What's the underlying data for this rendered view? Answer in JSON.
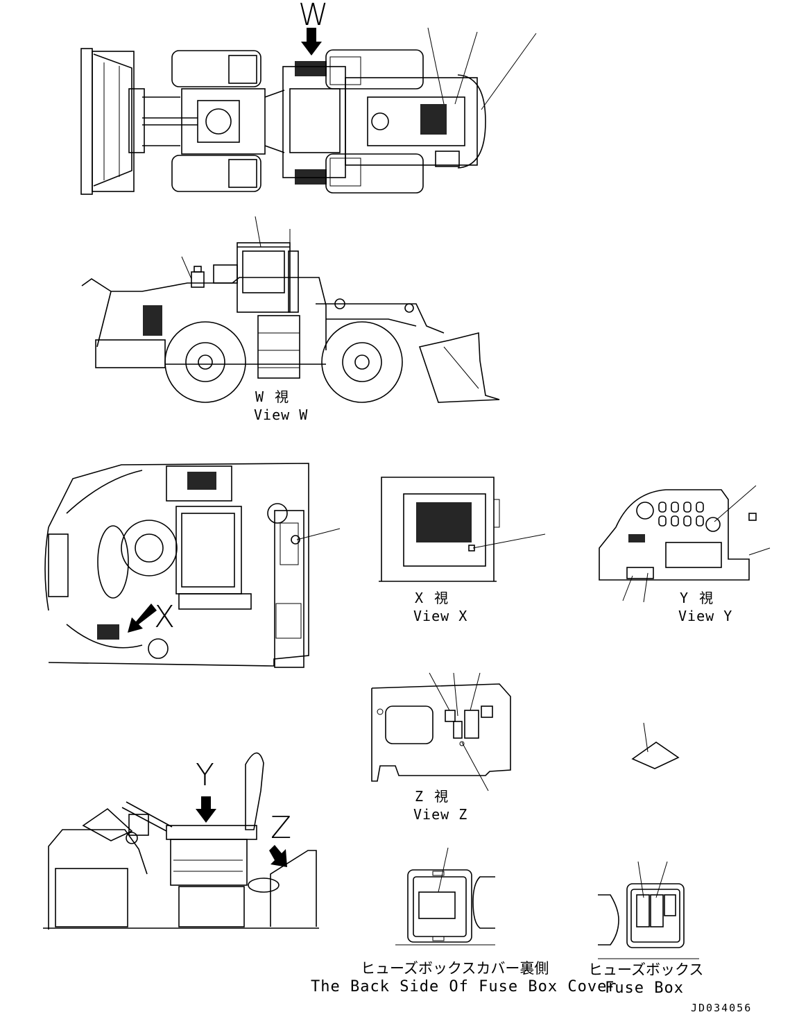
{
  "view_arrows": {
    "w": "W",
    "x": "X",
    "y": "Y",
    "z": "Z"
  },
  "views": {
    "w": {
      "jp": "W 視",
      "en": "View W"
    },
    "x": {
      "jp": "X 視",
      "en": "View X"
    },
    "y": {
      "jp": "Y 視",
      "en": "View Y"
    },
    "z": {
      "jp": "Z 視",
      "en": "View Z"
    }
  },
  "captions": {
    "fuse_box_cover_jp": "ヒューズボックスカバー裏側",
    "fuse_box_cover_en": "The Back Side Of Fuse Box Cover",
    "fuse_box_jp": "ヒューズボックス",
    "fuse_box_en": "Fuse Box"
  },
  "drawing_number": "JD034056",
  "icons": {
    "w": "down-arrow-icon",
    "x": "diagonal-arrow-icon",
    "y": "down-arrow-icon",
    "z": "diagonal-arrow-icon"
  }
}
